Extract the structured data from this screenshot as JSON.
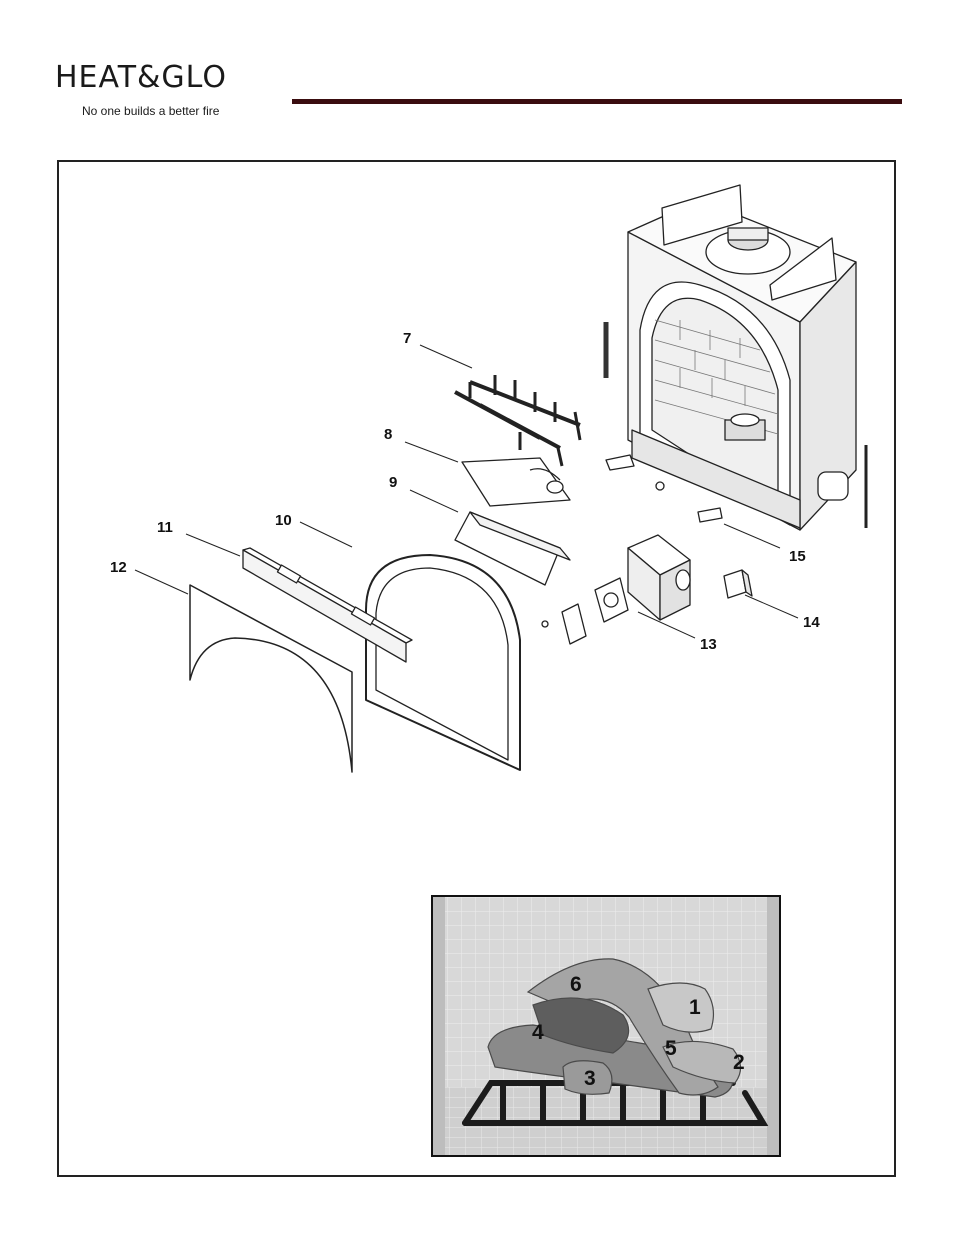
{
  "header": {
    "brand_word": "HEAT&GLO",
    "tagline": "No one builds a better fire",
    "rule_color": "#3a0d0f"
  },
  "diagram": {
    "callouts": [
      "7",
      "8",
      "9",
      "10",
      "11",
      "12",
      "13",
      "14",
      "15"
    ]
  },
  "photo": {
    "labels": [
      "6",
      "1",
      "4",
      "5",
      "2",
      "3"
    ]
  }
}
